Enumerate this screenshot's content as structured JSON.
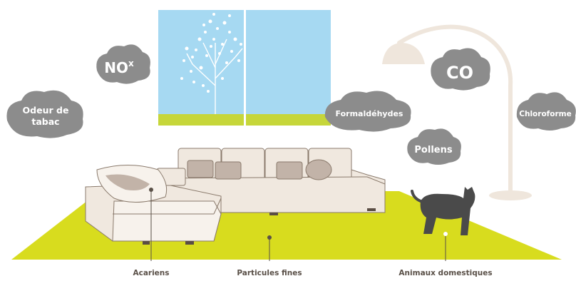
{
  "pollutants": {
    "nox": "NO",
    "nox_sup": "x",
    "co": "CO",
    "tobacco_line1": "Odeur de",
    "tobacco_line2": "tabac",
    "formaldehyde": "Formaldéhydes",
    "chloroform": "Chloroforme",
    "pollens": "Pollens"
  },
  "sources": {
    "mites": "Acariens",
    "fine_particles": "Particules fines",
    "pets": "Animaux domestiques"
  },
  "colors": {
    "cloud": "#8c8c8c",
    "rug": "#d8dc1e",
    "sky": "#a6d9f2",
    "sofa": "#f0e8df",
    "sofa_outline": "#8a7a6c",
    "cushion": "#c2b3a8",
    "lamp": "#efe6dc",
    "cat": "#4a4a4a",
    "label_text": "#5a5048"
  },
  "icons": [
    "window-tree-icon",
    "floor-lamp-icon",
    "sofa-icon",
    "cat-icon"
  ]
}
